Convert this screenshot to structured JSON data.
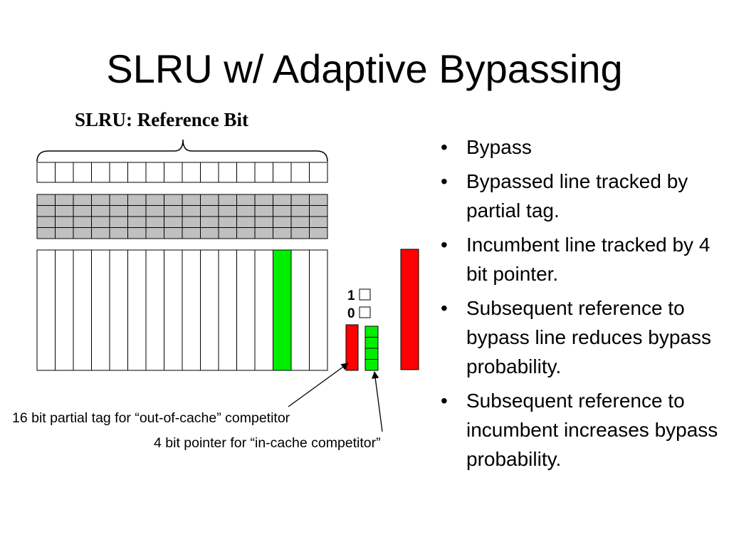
{
  "slide": {
    "title": "SLRU w/ Adaptive Bypassing"
  },
  "diagram": {
    "label": "SLRU:  Reference Bit",
    "column_count": 16,
    "tag_row_count": 4,
    "highlighted_column_index": 13,
    "bit_labels": [
      "1",
      "0"
    ],
    "pointer_bit_count": 4,
    "annotations": {
      "partial_tag": "16 bit partial tag for “out-of-cache” competitor",
      "pointer": "4 bit pointer for “in-cache competitor”"
    },
    "colors": {
      "highlight_green": "#00ee00",
      "bypass_red": "#ff0000",
      "tag_gray": "#c0c0c0"
    }
  },
  "bullets": [
    "Bypass",
    "Bypassed line tracked by partial tag.",
    "Incumbent line tracked by 4 bit pointer.",
    "Subsequent reference to bypass line reduces bypass probability.",
    "Subsequent reference to incumbent increases bypass probability."
  ]
}
